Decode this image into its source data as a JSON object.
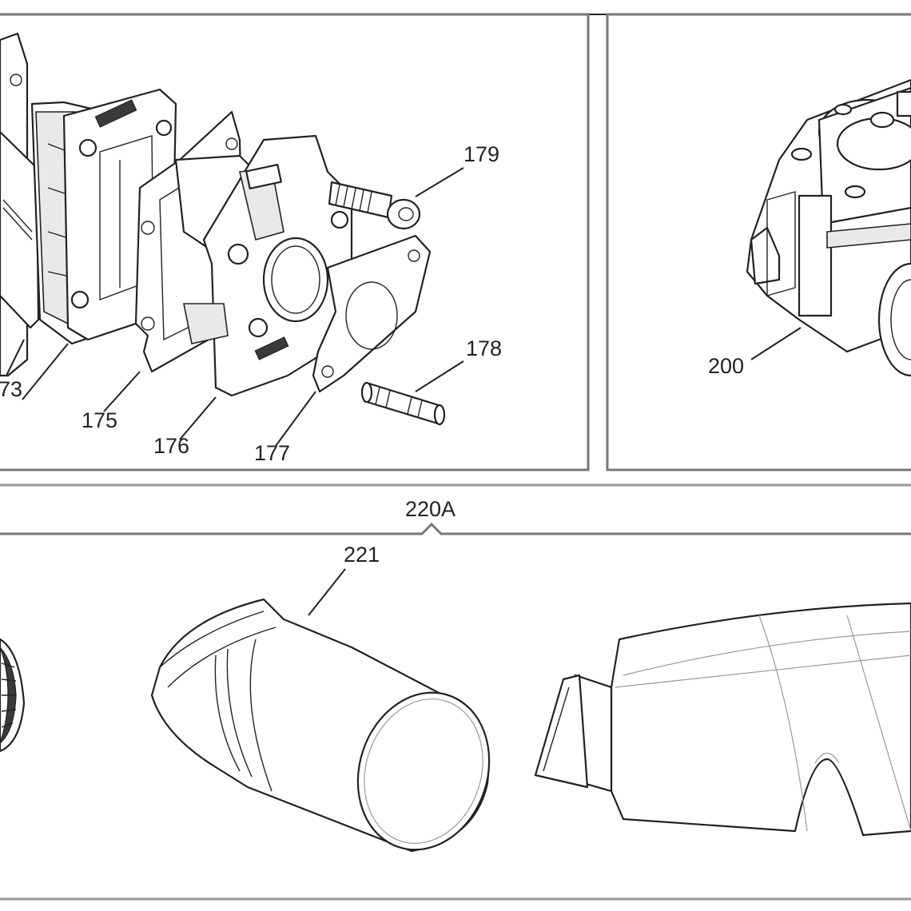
{
  "callouts": {
    "c173": "73",
    "c175": "175",
    "c176": "176",
    "c177": "177",
    "c178": "178",
    "c179": "179",
    "c200": "200",
    "c220a": "220A",
    "c221": "221"
  }
}
